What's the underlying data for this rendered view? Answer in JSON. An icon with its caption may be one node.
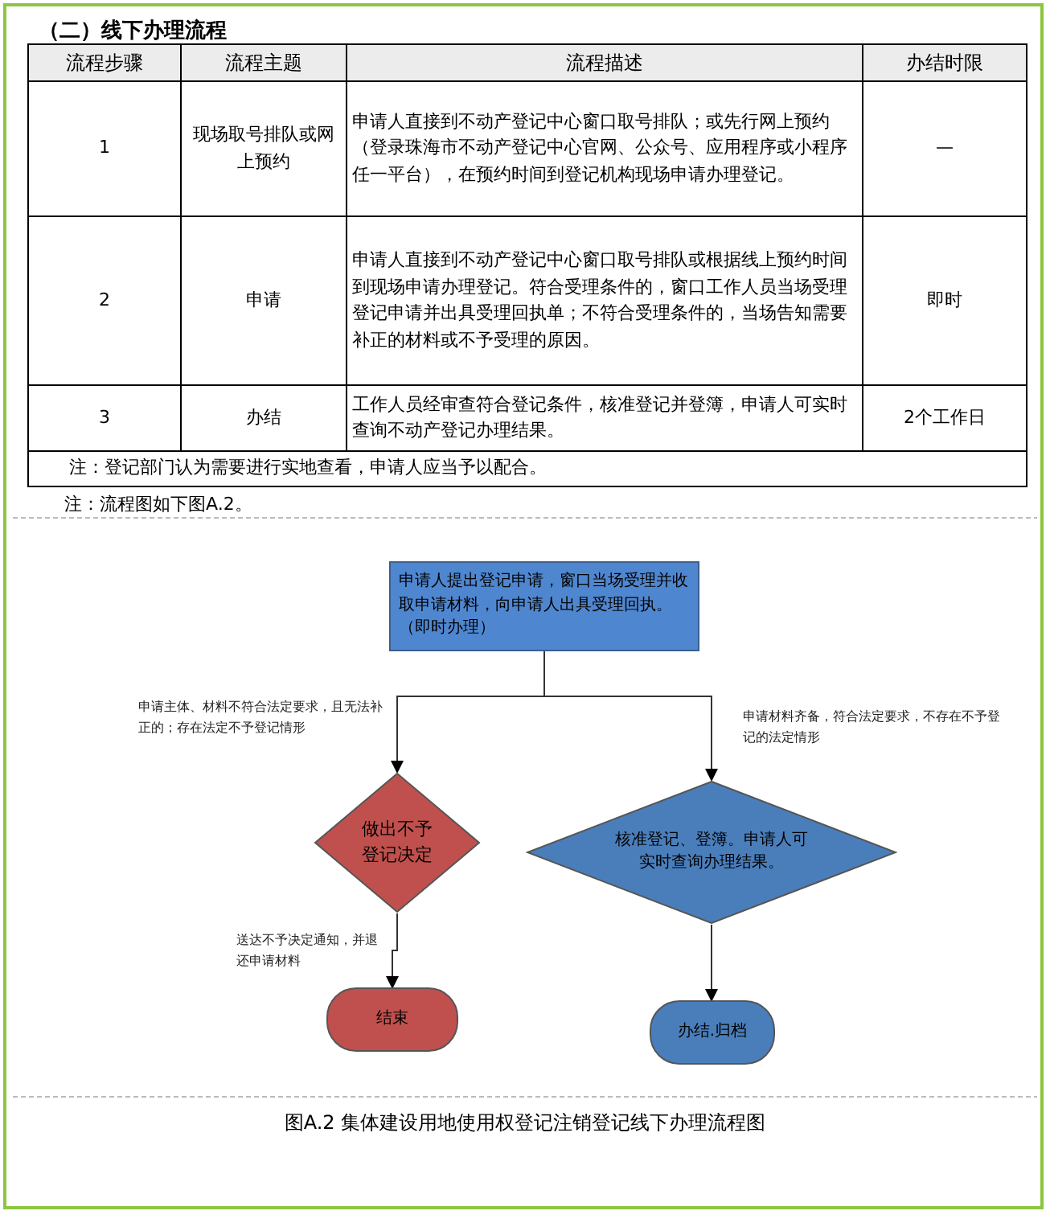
{
  "diagram": {
    "title": "（二）线下办理流程",
    "caption": "图A.2 集体建设用地使用权登记注销登记线下办理流程图",
    "nodes": [
      {
        "text": [
          "申请人提出登记申请，窗口当场受理并收取申请材料，向申请人出具受理回执。（即时办理）"
        ]
      },
      {
        "text": [
          "做出不予登记决定"
        ]
      },
      {
        "text": [
          "核准登记、登簿。申请人可实时查询办理结果。"
        ]
      },
      {
        "text": [
          "结束"
        ]
      },
      {
        "text": [
          "办结.归档"
        ]
      }
    ],
    "edges": [
      {
        "from": 0,
        "to": 1,
        "arrow": "to",
        "label": "申请主体、材料不符合法定要求，且无法补正的；存在法定不予登记情形"
      },
      {
        "from": 0,
        "to": 2,
        "arrow": "to",
        "label": "申请材料齐备，符合法定要求，不存在不予登记的法定情形"
      },
      {
        "from": 1,
        "to": 3,
        "arrow": "to",
        "label": "送达不予决定通知，并退还申请材料"
      },
      {
        "from": 2,
        "to": 4,
        "arrow": "to"
      }
    ],
    "labels": [
      "流程步骤",
      "流程主题",
      "流程描述",
      "办结时限",
      "1",
      "现场取号排队或网上预约",
      "申请人直接到不动产登记中心窗口取号排队；或先行网上预约（登录珠海市不动产登记中心官网、公众号、应用程序或小程序任一平台），在预约时间到登记机构现场申请办理登记。",
      "—",
      "2",
      "申请",
      "申请人直接到不动产登记中心窗口取号排队或根据线上预约时间到现场申请办理登记。符合受理条件的，窗口工作人员当场受理登记申请并出具受理回执单；不符合受理条件的，当场告知需要补正的材料或不予受理的原因。",
      "即时",
      "3",
      "办结",
      "工作人员经审查符合登记条件，核准登记并登簿，申请人可实时查询不动产登记办理结果。",
      "2个工作日",
      "注：登记部门认为需要进行实地查看，申请人应当予以配合。",
      "注：流程图如下图A.2。"
    ]
  }
}
